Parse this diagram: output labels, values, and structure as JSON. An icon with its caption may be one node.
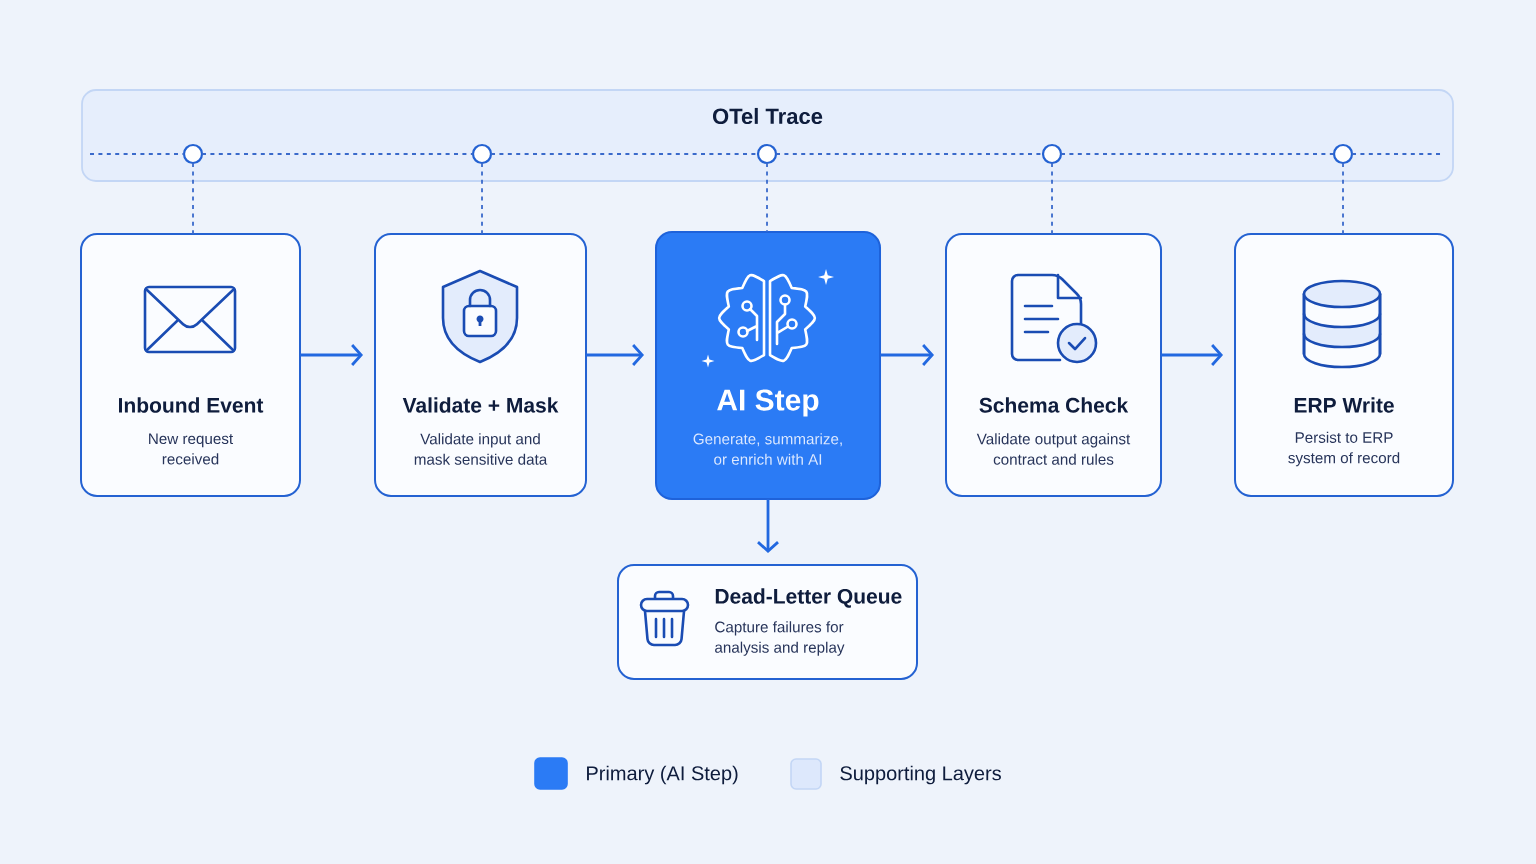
{
  "diagram": {
    "nodes": [
      {
        "text": [
          "OTel Trace"
        ]
      },
      {
        "text": [],
        "shape": "circle",
        "in": 0
      },
      {
        "text": [],
        "shape": "circle",
        "in": 0
      },
      {
        "text": [],
        "shape": "circle",
        "in": 0
      },
      {
        "text": [],
        "shape": "circle",
        "in": 0
      },
      {
        "text": [],
        "shape": "circle",
        "in": 0
      },
      {
        "text": [
          "Inbound Event",
          "New request received"
        ]
      },
      {
        "text": [
          "Validate + Mask",
          "Validate input and mask sensitive data"
        ]
      },
      {
        "text": [
          "AI Step",
          "Generate, summarize, or enrich with AI"
        ]
      },
      {
        "text": [
          "Schema Check",
          "Validate output against contract and rules"
        ]
      },
      {
        "text": [
          "ERP Write",
          "Persist to ERP system of record"
        ]
      },
      {
        "text": [
          "Dead-Letter Queue",
          "Capture failures for analysis and replay"
        ]
      }
    ],
    "edges": [
      {
        "from": null,
        "to": 1,
        "arrow": "none",
        "style": "dashed"
      },
      {
        "from": 1,
        "to": 2,
        "arrow": "none",
        "style": "dashed"
      },
      {
        "from": 2,
        "to": 3,
        "arrow": "none",
        "style": "dashed"
      },
      {
        "from": 3,
        "to": 4,
        "arrow": "none",
        "style": "dashed"
      },
      {
        "from": 4,
        "to": 5,
        "arrow": "none",
        "style": "dashed"
      },
      {
        "from": 5,
        "to": null,
        "arrow": "none",
        "style": "dashed"
      },
      {
        "from": 1,
        "to": 6,
        "arrow": "none",
        "style": "dashed"
      },
      {
        "from": 2,
        "to": 7,
        "arrow": "none",
        "style": "dashed"
      },
      {
        "from": 3,
        "to": 8,
        "arrow": "none",
        "style": "dashed"
      },
      {
        "from": 4,
        "to": 9,
        "arrow": "none",
        "style": "dashed"
      },
      {
        "from": 5,
        "to": 10,
        "arrow": "none",
        "style": "dashed"
      },
      {
        "from": 6,
        "to": 7,
        "arrow": "to"
      },
      {
        "from": 7,
        "to": 8,
        "arrow": "to"
      },
      {
        "from": 8,
        "to": 9,
        "arrow": "to"
      },
      {
        "from": 9,
        "to": 10,
        "arrow": "to"
      },
      {
        "from": 8,
        "to": 11,
        "arrow": "to"
      }
    ],
    "legend": [
      {
        "text": "Primary (AI Step)",
        "color": "#2b7bf5"
      },
      {
        "text": "Supporting Layers",
        "color": "#dde8fc"
      }
    ]
  }
}
